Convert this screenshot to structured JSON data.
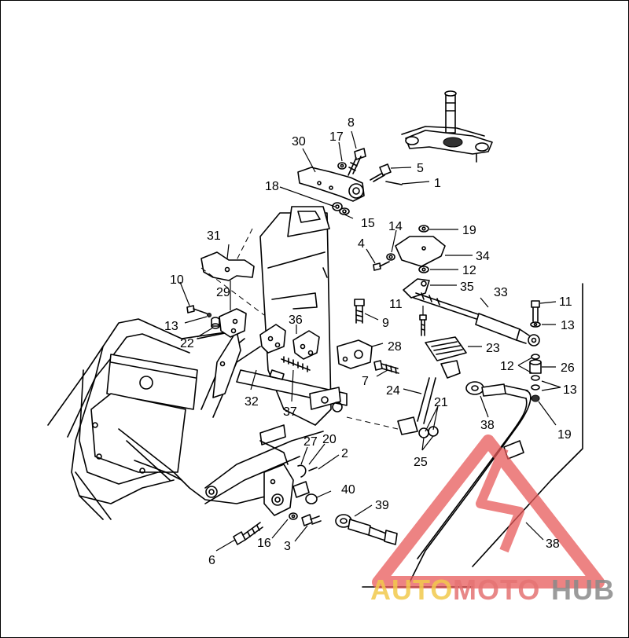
{
  "callouts": {
    "c1": "1",
    "c2": "2",
    "c3": "3",
    "c4": "4",
    "c5": "5",
    "c6": "6",
    "c7": "7",
    "c8": "8",
    "c9": "9",
    "c10": "10",
    "c11a": "11",
    "c11b": "11",
    "c12a": "12",
    "c12b": "12",
    "c13a": "13",
    "c13b": "13",
    "c13c": "13",
    "c14": "14",
    "c15": "15",
    "c16": "16",
    "c17": "17",
    "c18": "18",
    "c19a": "19",
    "c19b": "19",
    "c20": "20",
    "c21": "21",
    "c22": "22",
    "c23": "23",
    "c24": "24",
    "c25": "25",
    "c26": "26",
    "c27": "27",
    "c28": "28",
    "c29": "29",
    "c30": "30",
    "c31": "31",
    "c32": "32",
    "c33": "33",
    "c34": "34",
    "c35": "35",
    "c36": "36",
    "c37": "37",
    "c38a": "38",
    "c38b": "38",
    "c39": "39",
    "c40": "40"
  },
  "watermark": {
    "part1": "AUTO",
    "part2": "MOTO",
    "part3": "HUB",
    "colors": {
      "auto": "#f2c94c",
      "moto": "#e57373",
      "hub": "#8a8a8a",
      "logo": "#e85a5a"
    }
  }
}
